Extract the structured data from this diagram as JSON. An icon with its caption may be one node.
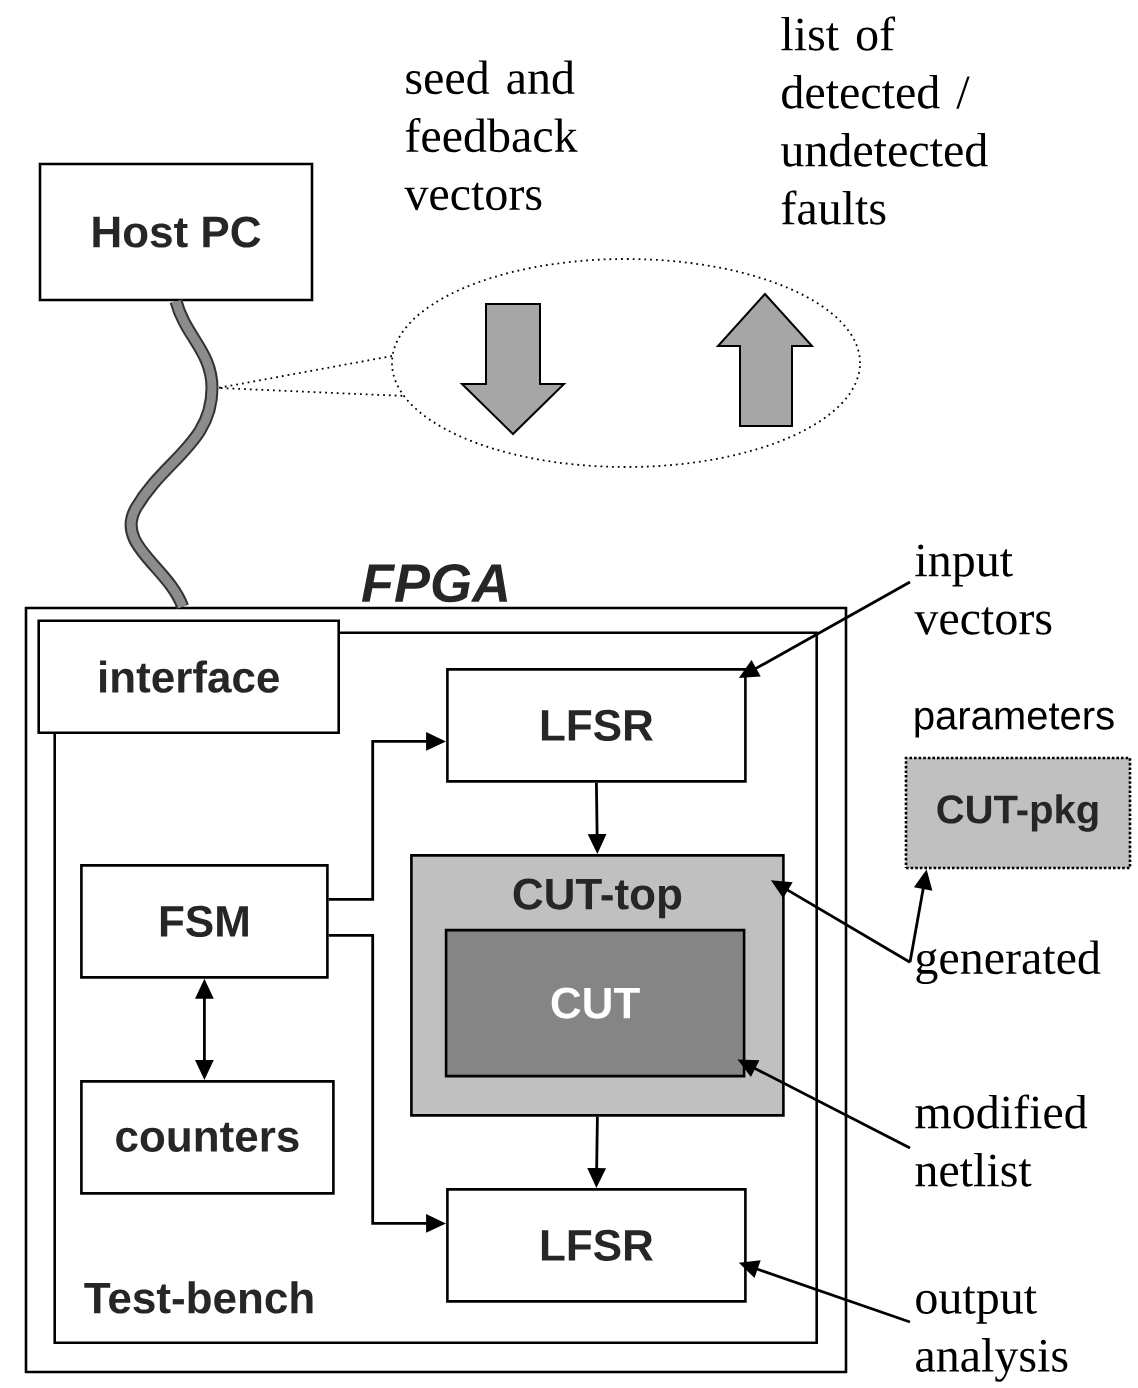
{
  "diagram": {
    "nodes": [
      {
        "text": [
          "Host PC"
        ]
      },
      {
        "text": [
          "FPGA"
        ]
      },
      {
        "text": [
          "Test-bench"
        ],
        "in": 1
      },
      {
        "text": [
          "interface"
        ],
        "in": 1
      },
      {
        "text": [
          "LFSR"
        ],
        "in": 2
      },
      {
        "text": [
          "FSM"
        ],
        "in": 2
      },
      {
        "text": [
          "CUT-top"
        ],
        "in": 2
      },
      {
        "text": [
          "CUT"
        ],
        "in": 6
      },
      {
        "text": [
          "counters"
        ],
        "in": 2
      },
      {
        "text": [
          "LFSR"
        ],
        "in": 2
      },
      {
        "text": [
          "CUT-pkg"
        ],
        "beside": [
          "parameters"
        ]
      },
      {
        "text": [
          "input vectors"
        ]
      },
      {
        "text": [
          "generated"
        ]
      },
      {
        "text": [
          "modified netlist"
        ]
      },
      {
        "text": [
          "output analysis"
        ]
      }
    ],
    "edges": [
      {
        "from": 0,
        "to": 1,
        "arrow": "none",
        "style": "thick"
      },
      {
        "from": 4,
        "to": 6,
        "arrow": "to"
      },
      {
        "from": 6,
        "to": 9,
        "arrow": "to"
      },
      {
        "from": 5,
        "to": 4,
        "arrow": "to"
      },
      {
        "from": 5,
        "to": 9,
        "arrow": "to"
      },
      {
        "from": 5,
        "to": 8,
        "arrow": "both"
      },
      {
        "from": 11,
        "to": 4,
        "arrow": "to"
      },
      {
        "from": 12,
        "to": 6,
        "arrow": "to"
      },
      {
        "from": 12,
        "to": 10,
        "arrow": "to"
      },
      {
        "from": 13,
        "to": 7,
        "arrow": "to"
      },
      {
        "from": 14,
        "to": 9,
        "arrow": "to"
      }
    ],
    "labels": [
      "seed and feedback vectors",
      "list of detected / undetected faults"
    ]
  }
}
